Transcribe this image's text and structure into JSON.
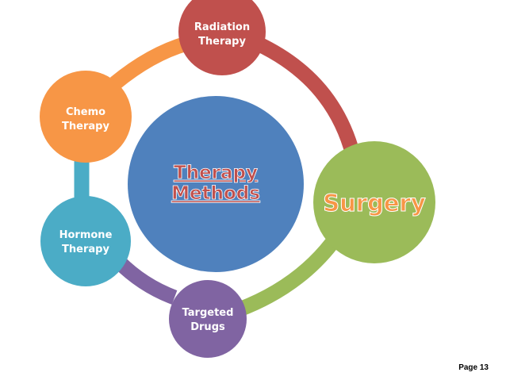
{
  "diagram": {
    "center": {
      "line1": "Therapy",
      "line2": "Methods",
      "fill": "#4F81BD",
      "text_color": "#C0504D"
    },
    "nodes": [
      {
        "id": "radiation",
        "line1": "Radiation",
        "line2": "Therapy",
        "fill": "#C0504D"
      },
      {
        "id": "surgery",
        "line1": "Surgery",
        "line2": "",
        "fill": "#9BBB59",
        "text_color": "#F79646"
      },
      {
        "id": "targeted",
        "line1": "Targeted",
        "line2": "Drugs",
        "fill": "#8064A2"
      },
      {
        "id": "hormone",
        "line1": "Hormone",
        "line2": "Therapy",
        "fill": "#4BACC6"
      },
      {
        "id": "chemo",
        "line1": "Chemo",
        "line2": "Therapy",
        "fill": "#F79646"
      }
    ]
  },
  "footer": {
    "page": "Page 13"
  }
}
